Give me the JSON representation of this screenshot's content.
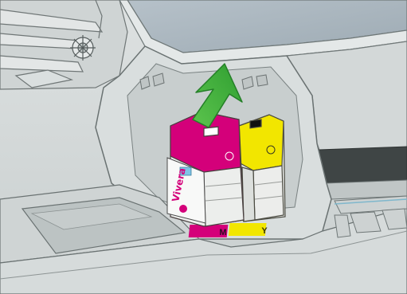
{
  "illustration": {
    "slot_labels": {
      "magenta": "M",
      "yellow": "Y"
    },
    "cartridge_brand": "Vivera",
    "colors": {
      "magenta": "#d4007a",
      "yellow": "#f2e600",
      "arrow_green": "#3db83a",
      "printer_body": "#d8dcdc",
      "printer_shadow": "#b6bcbc",
      "window_glass": "#b2bec6",
      "dark_slot": "#3e4444"
    },
    "icons": [
      "lift-arrow-icon",
      "tip-sensor-icon",
      "spindle-gear-icon"
    ]
  }
}
